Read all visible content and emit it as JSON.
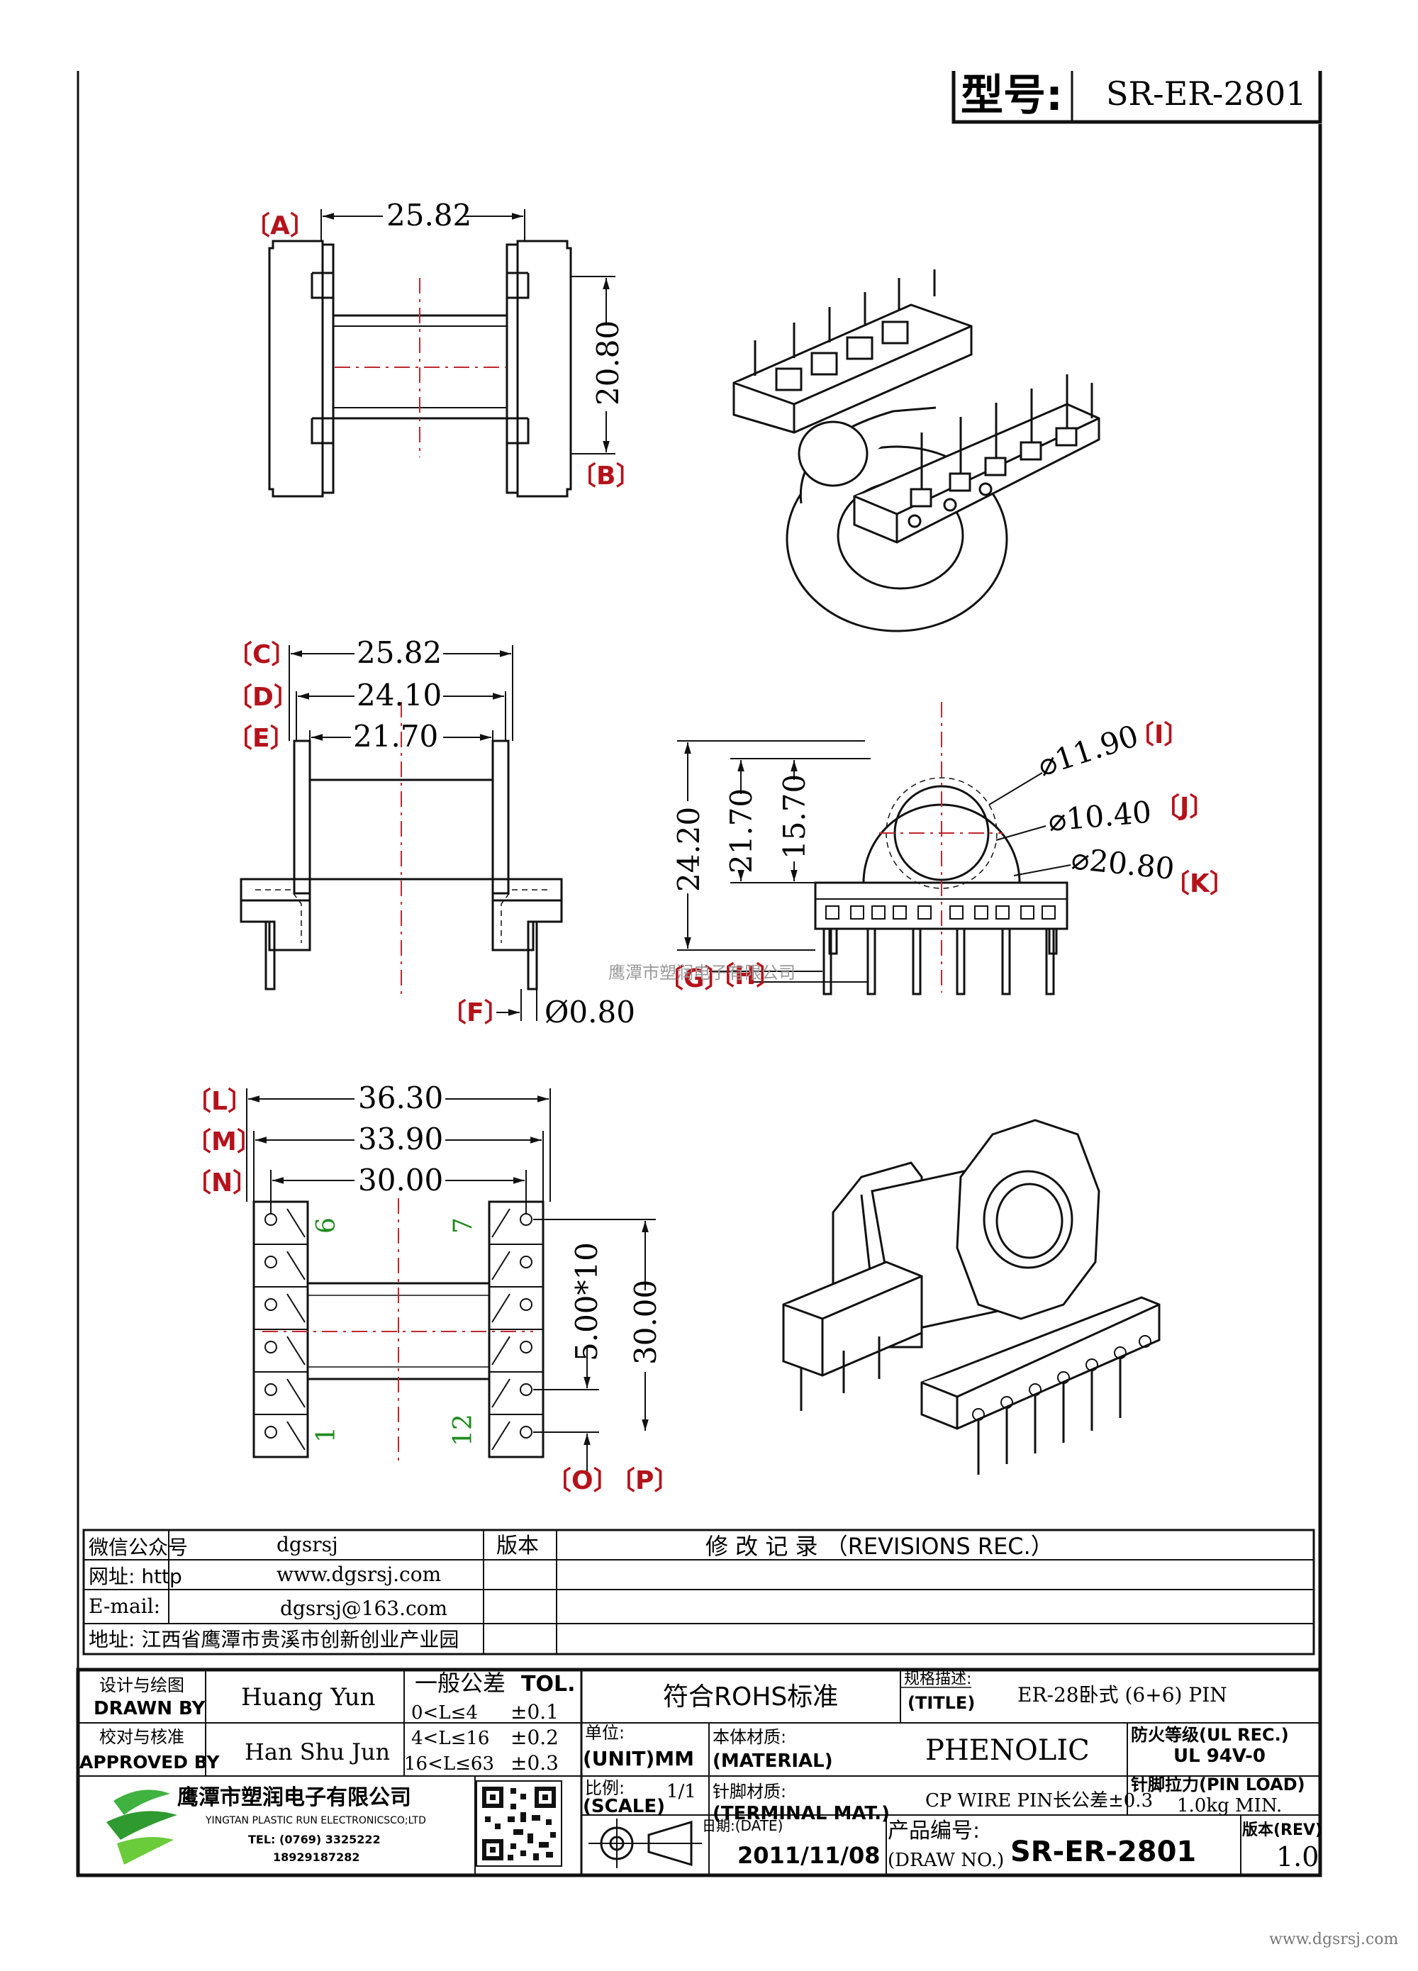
{
  "header": {
    "model_label": "型号:",
    "model_value": "SR-ER-2801"
  },
  "top_view": {
    "tag_a": "〔A〕",
    "tag_b": "〔B〕",
    "dim_width": "25.82",
    "dim_height": "20.80"
  },
  "side_view": {
    "tag_c": "〔C〕",
    "tag_d": "〔D〕",
    "tag_e": "〔E〕",
    "tag_f": "〔F〕",
    "dim_c": "25.82",
    "dim_d": "24.10",
    "dim_e": "21.70",
    "dim_f": "Ø0.80"
  },
  "front_view": {
    "dim_h1": "24.20",
    "dim_h2": "21.70",
    "dim_h3": "15.70",
    "dim_i": "⌀11.90",
    "dim_j": "⌀10.40",
    "dim_k": "⌀20.80",
    "tag_i": "〔I〕",
    "tag_j": "〔J〕",
    "tag_k": "〔K〕",
    "tag_g": "〔G〕",
    "tag_h": "〔H〕"
  },
  "watermark": "鹰潭市塑润电子有限公司",
  "bottom_view": {
    "tag_l": "〔L〕",
    "tag_m": "〔M〕",
    "tag_n": "〔N〕",
    "tag_o": "〔O〕",
    "tag_p": "〔P〕",
    "dim_l": "36.30",
    "dim_m": "33.90",
    "dim_n": "30.00",
    "dim_pitch": "5.00*10",
    "dim_span": "30.00",
    "pin_6": "6",
    "pin_7": "7",
    "pin_1": "1",
    "pin_12": "12"
  },
  "info": {
    "wechat_label": "微信公众号",
    "wechat_value": "dgsrsj",
    "site_label": "网址: http",
    "site_value": "www.dgsrsj.com",
    "email_label": "E-mail:",
    "email_value": "dgsrsj@163.com",
    "address": "地址: 江西省鹰潭市贵溪市创新创业产业园",
    "version_label": "版本",
    "revisions": "修 改 记 录 （REVISIONS REC.）"
  },
  "title_block": {
    "drawn_by_cn": "设计与绘图",
    "drawn_by_en": "DRAWN BY",
    "drawn_by_name": "Huang Yun",
    "approved_cn": "校对与核准",
    "approved_en": "APPROVED BY",
    "approved_name": "Han Shu Jun",
    "tol_title_cn": "一般公差",
    "tol_title_en": "TOL.",
    "tol_rows": [
      {
        "range": "0<L≤4",
        "value": "±0.1"
      },
      {
        "range": "4<L≤16",
        "value": "±0.2"
      },
      {
        "range": "16<L≤63",
        "value": "±0.3"
      }
    ],
    "rohs": "符合ROHS标准",
    "title_cn": "规格描述:",
    "title_en": "(TITLE)",
    "title_value": "ER-28卧式 (6+6) PIN",
    "unit_cn": "单位:",
    "unit_en": "(UNIT)MM",
    "material_cn": "本体材质:",
    "material_en": "(MATERIAL)",
    "material_value": "PHENOLIC",
    "flame_cn": "防火等级(UL REC.)",
    "flame_value": "UL 94V-0",
    "scale_cn": "比例:",
    "scale_en": "(SCALE)",
    "scale_value": "1/1",
    "terminal_cn": "针脚材质:",
    "terminal_en": "(TERMINAL MAT.)",
    "terminal_value": "CP WIRE  PIN长公差±0.3",
    "pinload_cn": "针脚拉力(PIN LOAD)",
    "pinload_value": "1.0kg MIN.",
    "date_cn": "日期:(DATE)",
    "date_value": "2011/11/08",
    "drawno_cn": "产品编号:",
    "drawno_en": "(DRAW NO.)",
    "drawno_value": "SR-ER-2801",
    "rev_cn": "版本(REV)",
    "rev_value": "1.0",
    "company_cn": "鹰潭市塑润电子有限公司",
    "company_en": "YINGTAN PLASTIC RUN ELECTRONICSCO;LTD",
    "tel": "TEL: (0769) 3325222",
    "mobile": "18929187282"
  },
  "footer": {
    "url": "www.dgsrsj.com"
  }
}
